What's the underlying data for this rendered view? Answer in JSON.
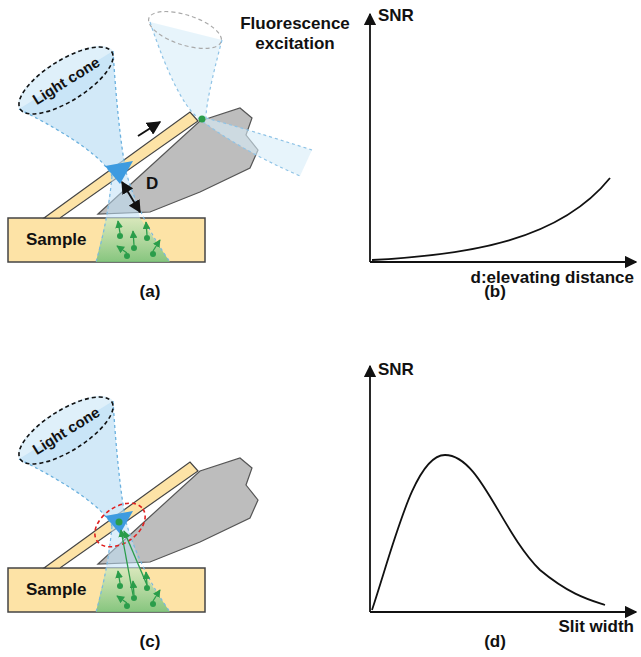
{
  "diagram": {
    "nodes": [
      {
        "text": [
          "Light cone"
        ]
      },
      {
        "text": [
          "Sample"
        ]
      },
      {
        "text": [
          "Light cone"
        ]
      },
      {
        "text": [
          "Sample"
        ]
      }
    ],
    "labels": [
      "Fluorescence excitation",
      "D",
      "SNR",
      "d:elevating distance",
      "(a)",
      "(b)",
      "SNR",
      "Slit width",
      "(c)",
      "(d)"
    ]
  }
}
